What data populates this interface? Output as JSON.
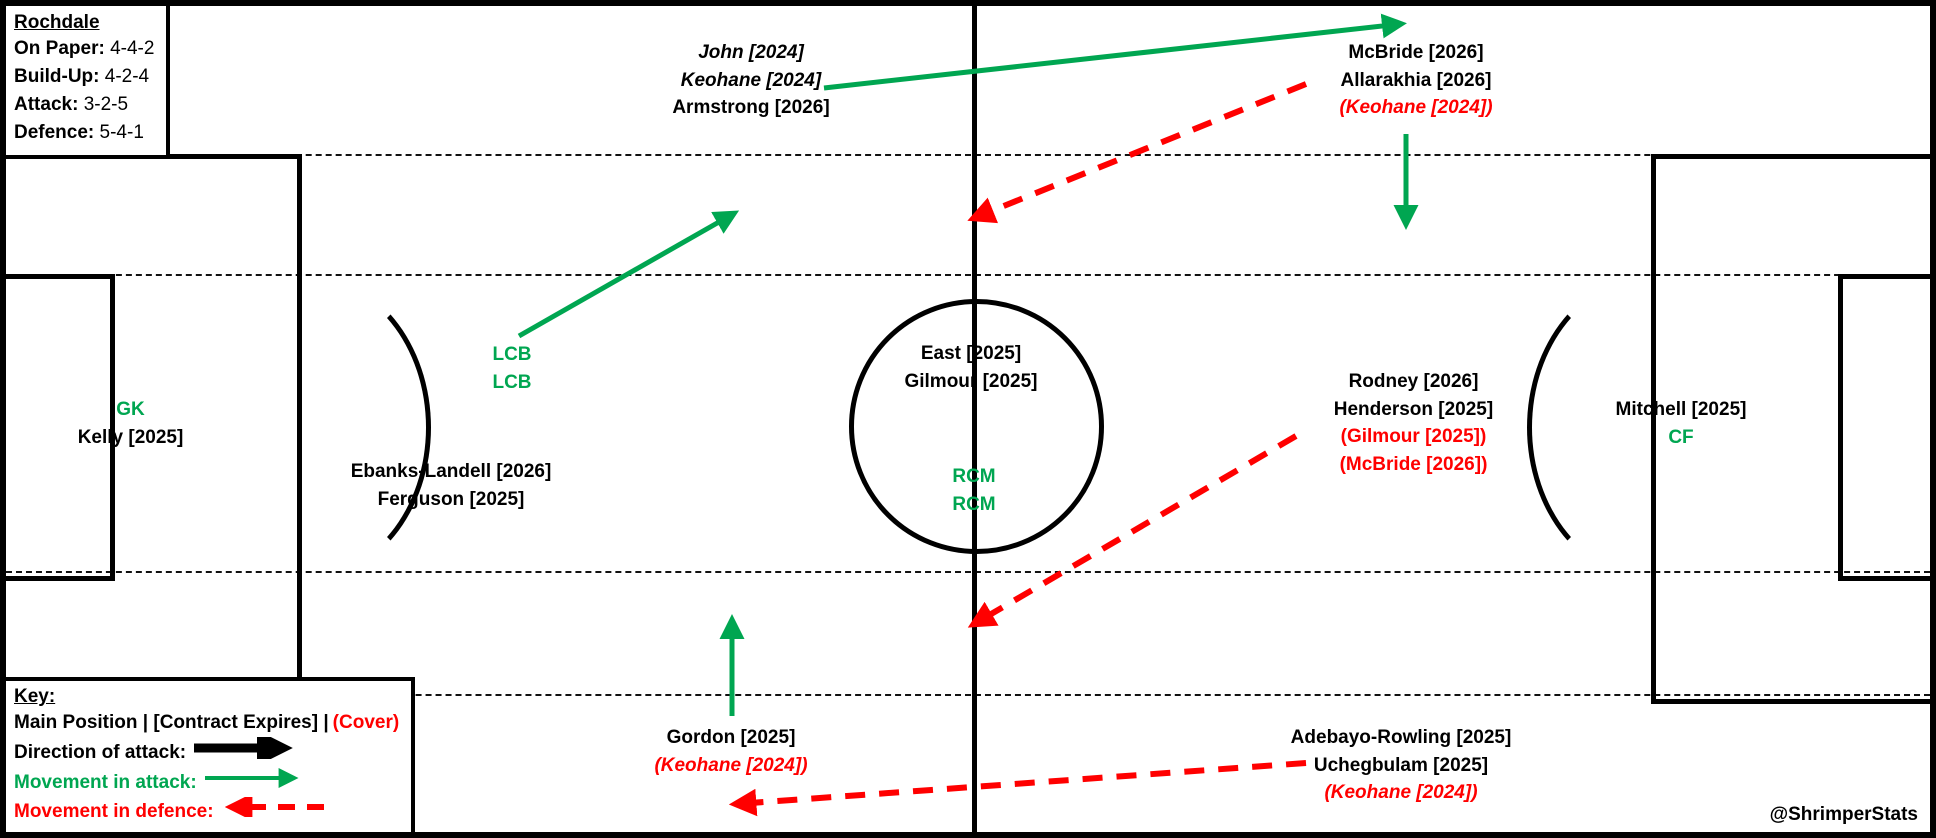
{
  "info": {
    "team": "Rochdale",
    "rows": [
      {
        "label": "On Paper",
        "value": "4-4-2"
      },
      {
        "label": "Build-Up",
        "value": "4-2-4"
      },
      {
        "label": "Attack",
        "value": "3-2-5"
      },
      {
        "label": "Defence",
        "value": "5-4-1"
      }
    ]
  },
  "key": {
    "title": "Key:",
    "legend_line": "Main Position | [Contract Expires] | ",
    "legend_cover": "(Cover)",
    "direction_label": "Direction of attack:",
    "attack_label": "Movement in attack:",
    "defence_label": "Movement in defence:"
  },
  "watermark": "@ShrimperStats",
  "colors": {
    "green": "#00A651",
    "red": "#FF0000",
    "black": "#000000"
  },
  "positions": {
    "gk": {
      "lines": [
        {
          "text": "GK",
          "style": "green"
        },
        {
          "text": "Kelly [2025]",
          "style": "black"
        }
      ]
    },
    "centre_backs": {
      "lines": [
        {
          "text": "Ebanks-Landell [2026]",
          "style": "black"
        },
        {
          "text": "Ferguson [2025]",
          "style": "black"
        }
      ]
    },
    "lcb_movement": {
      "lines": [
        {
          "text": "LCB",
          "style": "green"
        },
        {
          "text": "LCB",
          "style": "green"
        }
      ]
    },
    "centre_mids": {
      "lines": [
        {
          "text": "East [2025]",
          "style": "black"
        },
        {
          "text": "Gilmour [2025]",
          "style": "black"
        }
      ]
    },
    "rcm_movement": {
      "lines": [
        {
          "text": "RCM",
          "style": "green"
        },
        {
          "text": "RCM",
          "style": "green"
        }
      ]
    },
    "left_wing": {
      "lines": [
        {
          "text": "John [2024]",
          "style": "black-italic"
        },
        {
          "text": "Keohane [2024]",
          "style": "black-italic"
        },
        {
          "text": "Armstrong [2026]",
          "style": "black"
        }
      ]
    },
    "right_wing": {
      "lines": [
        {
          "text": "McBride [2026]",
          "style": "black"
        },
        {
          "text": "Allarakhia [2026]",
          "style": "black"
        },
        {
          "text": "(Keohane [2024])",
          "style": "red-italic"
        }
      ]
    },
    "right_mid": {
      "lines": [
        {
          "text": "Rodney [2026]",
          "style": "black"
        },
        {
          "text": "Henderson [2025]",
          "style": "black"
        },
        {
          "text": "(Gilmour [2025])",
          "style": "red-plain"
        },
        {
          "text": "(McBride [2026])",
          "style": "red-plain"
        }
      ]
    },
    "striker": {
      "lines": [
        {
          "text": "Mitchell [2025]",
          "style": "black"
        },
        {
          "text": "CF",
          "style": "green"
        }
      ]
    },
    "left_back": {
      "lines": [
        {
          "text": "Gordon [2025]",
          "style": "black"
        },
        {
          "text": "(Keohane [2024])",
          "style": "red-italic"
        }
      ]
    },
    "right_back": {
      "lines": [
        {
          "text": "Adebayo-Rowling [2025]",
          "style": "black"
        },
        {
          "text": "Uchegbulam [2025]",
          "style": "black"
        },
        {
          "text": "(Keohane [2024])",
          "style": "red-italic"
        }
      ]
    }
  }
}
